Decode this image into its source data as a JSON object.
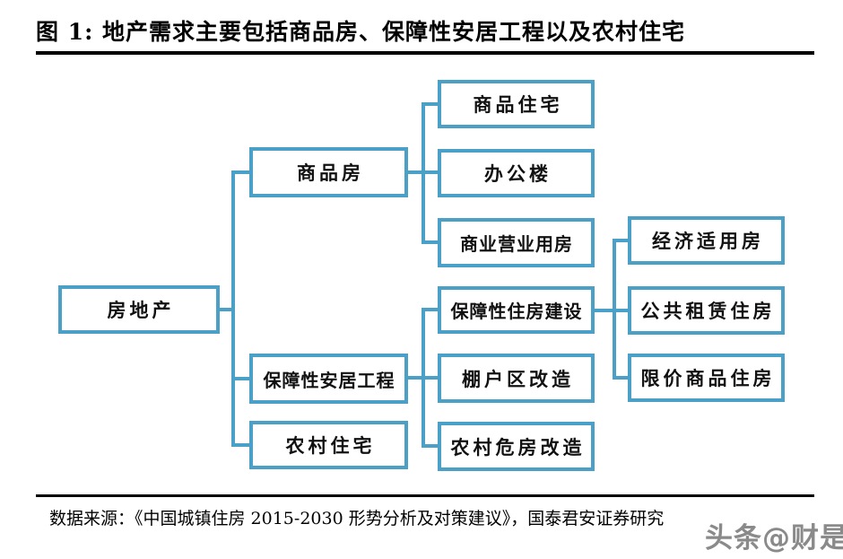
{
  "header": {
    "title": "图 1:  地产需求主要包括商品房、保障性安居工程以及农村住宅"
  },
  "diagram": {
    "type": "tree",
    "root": {
      "label": "房地产",
      "children": [
        {
          "label": "商品房",
          "children": [
            {
              "label": "商品住宅"
            },
            {
              "label": "办公楼"
            },
            {
              "label": "商业营业用房"
            }
          ]
        },
        {
          "label": "保障性安居工程",
          "children": [
            {
              "label": "保障性住房建设",
              "children": [
                {
                  "label": "经济适用房"
                },
                {
                  "label": "公共租赁住房"
                },
                {
                  "label": "限价商品住房"
                }
              ]
            },
            {
              "label": "棚户区改造"
            },
            {
              "label": "农村危房改造"
            }
          ]
        },
        {
          "label": "农村住宅"
        }
      ]
    }
  },
  "footer": {
    "source": "数据来源：《中国城镇住房 2015-2030 形势分析及对策建议》，国泰君安证券研究"
  },
  "watermark": {
    "text": "头条@财是"
  },
  "colors": {
    "box_border": "#4BA0C8",
    "line_color": "#4BA0C8",
    "rule_color": "#000000"
  }
}
